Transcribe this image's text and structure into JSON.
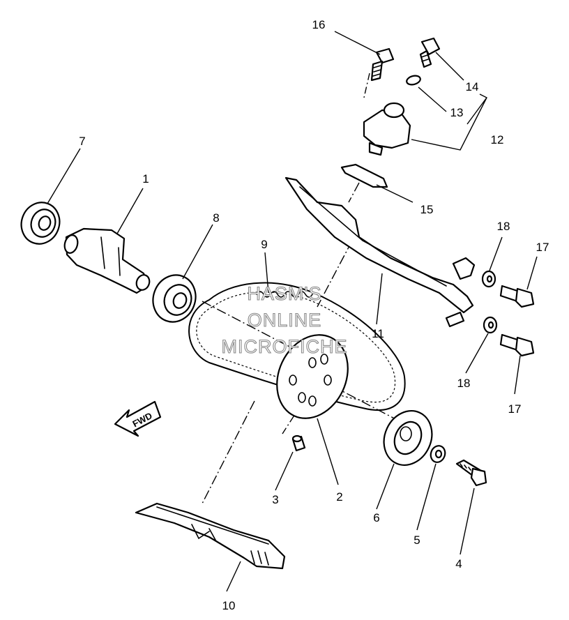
{
  "watermark": {
    "line1": "HASM'S",
    "line2": "ONLINE",
    "line3": "MICROFICHE"
  },
  "direction_label": "FWD",
  "callouts": {
    "c1": "1",
    "c2": "2",
    "c3": "3",
    "c4": "4",
    "c5": "5",
    "c6": "6",
    "c7": "7",
    "c8": "8",
    "c9": "9",
    "c10": "10",
    "c11": "11",
    "c12": "12",
    "c13": "13",
    "c14": "14",
    "c15": "15",
    "c16": "16",
    "c17a": "17",
    "c17b": "17",
    "c18a": "18",
    "c18b": "18"
  }
}
